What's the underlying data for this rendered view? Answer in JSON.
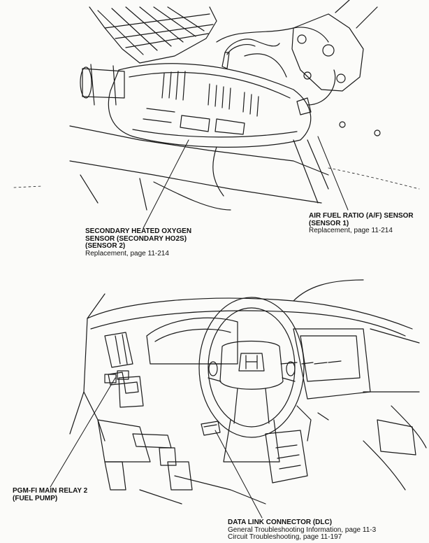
{
  "labels": {
    "af_sensor": {
      "title_1": "AIR FUEL RATIO (A/F) SENSOR",
      "title_2": "(SENSOR 1)",
      "ref": "Replacement, page 11-214"
    },
    "ho2s": {
      "title_1": "SECONDARY HEATED OXYGEN",
      "title_2": "SENSOR (SECONDARY HO2S)",
      "title_3": "(SENSOR 2)",
      "ref": "Replacement, page 11-214"
    },
    "relay": {
      "title_1": "PGM-FI MAIN RELAY 2",
      "title_2": "(FUEL PUMP)"
    },
    "dlc": {
      "title_1": "DATA LINK CONNECTOR (DLC)",
      "ref_1": "General Troubleshooting Information, page 11-3",
      "ref_2": "Circuit Troubleshooting, page 11-197"
    }
  }
}
